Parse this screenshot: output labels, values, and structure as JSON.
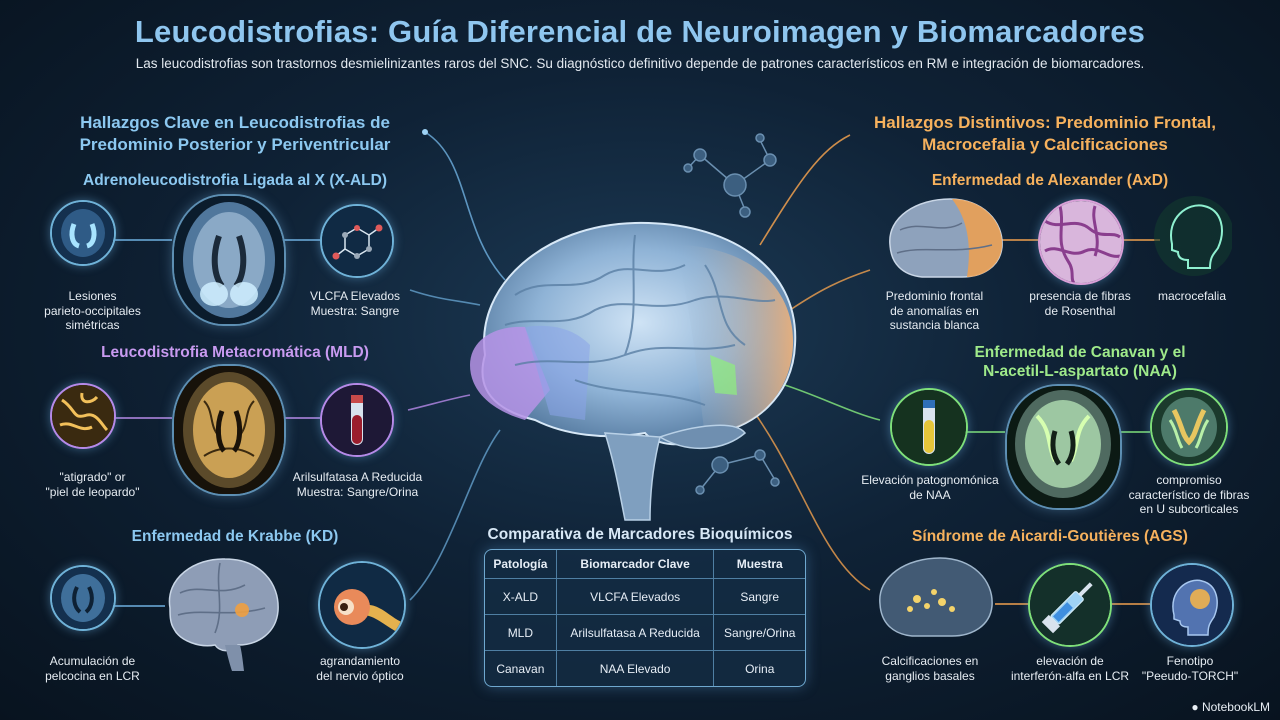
{
  "title": "Leucodistrofias: Guía Diferencial de Neuroimagen y Biomarcadores",
  "subtitle": "Las leucodistrofias son trastornos desmielinizantes raros del SNC. Su diagnóstico definitivo depende de patrones característicos en RM e integración de biomarcadores.",
  "left": {
    "heading_line1": "Hallazgos Clave en Leucodistrofias de",
    "heading_line2": "Predominio Posterior y Periventricular",
    "xald": {
      "title": "Adrenoleucodistrofia Ligada al X (X-ALD)",
      "cap1_l1": "Lesiones",
      "cap1_l2": "parieto-occipitales",
      "cap1_l3": "simétricas",
      "cap3_l1": "VLCFA Elevados",
      "cap3_l2": "Muestra: Sangre"
    },
    "mld": {
      "title": "Leucodistrofia Metacromática (MLD)",
      "cap1_l1": "\"atigrado\" or",
      "cap1_l2": "\"piel de leopardo\"",
      "cap3_l1": "Arilsulfatasa A Reducida",
      "cap3_l2": "Muestra: Sangre/Orina"
    },
    "kd": {
      "title": "Enfermedad de Krabbe (KD)",
      "cap1_l1": "Acumulación de",
      "cap1_l2": "pelcocina en LCR",
      "cap3_l1": "agrandamiento",
      "cap3_l2": "del nervio óptico"
    }
  },
  "right": {
    "heading_line1": "Hallazgos Distintivos: Predominio Frontal,",
    "heading_line2": "Macrocefalia y Calcificaciones",
    "axd": {
      "title": "Enfermedad de Alexander (AxD)",
      "cap1_l1": "Predominio frontal",
      "cap1_l2": "de anomalías en",
      "cap1_l3": "sustancia blanca",
      "cap2_l1": "presencia de fibras",
      "cap2_l2": "de Rosenthal",
      "cap3_l1": "macrocefalia"
    },
    "canavan": {
      "title_l1": "Enfermedad de Canavan y el",
      "title_l2": "N-acetil-L-aspartato (NAA)",
      "cap1_l1": "Elevación patognomónica",
      "cap1_l2": "de NAA",
      "cap3_l1": "compromiso",
      "cap3_l2": "característico de fibras",
      "cap3_l3": "en U subcorticales"
    },
    "ags": {
      "title": "Síndrome de Aicardi-Goutières (AGS)",
      "cap1_l1": "Calcificaciones en",
      "cap1_l2": "ganglios basales",
      "cap2_l1": "elevación de",
      "cap2_l2": "interferón-alfa en LCR",
      "cap3_l1": "Fenotipo",
      "cap3_l2": "\"Peeudo-TORCH\""
    }
  },
  "table": {
    "title": "Comparativa de Marcadores Bioquímicos",
    "headers": [
      "Patología",
      "Biomarcador Clave",
      "Muestra"
    ],
    "rows": [
      [
        "X-ALD",
        "VLCFA Elevados",
        "Sangre"
      ],
      [
        "MLD",
        "Arilsulfatasa A Reducida",
        "Sangre/Orina"
      ],
      [
        "Canavan",
        "NAA Elevado",
        "Orina"
      ]
    ]
  },
  "logo": "NotebookLM",
  "colors": {
    "title": "#8fc6ef",
    "blue_heading": "#8cc8f0",
    "purple_heading": "#c89af0",
    "orange_heading": "#f6b15d",
    "green_heading": "#9fea8a"
  }
}
